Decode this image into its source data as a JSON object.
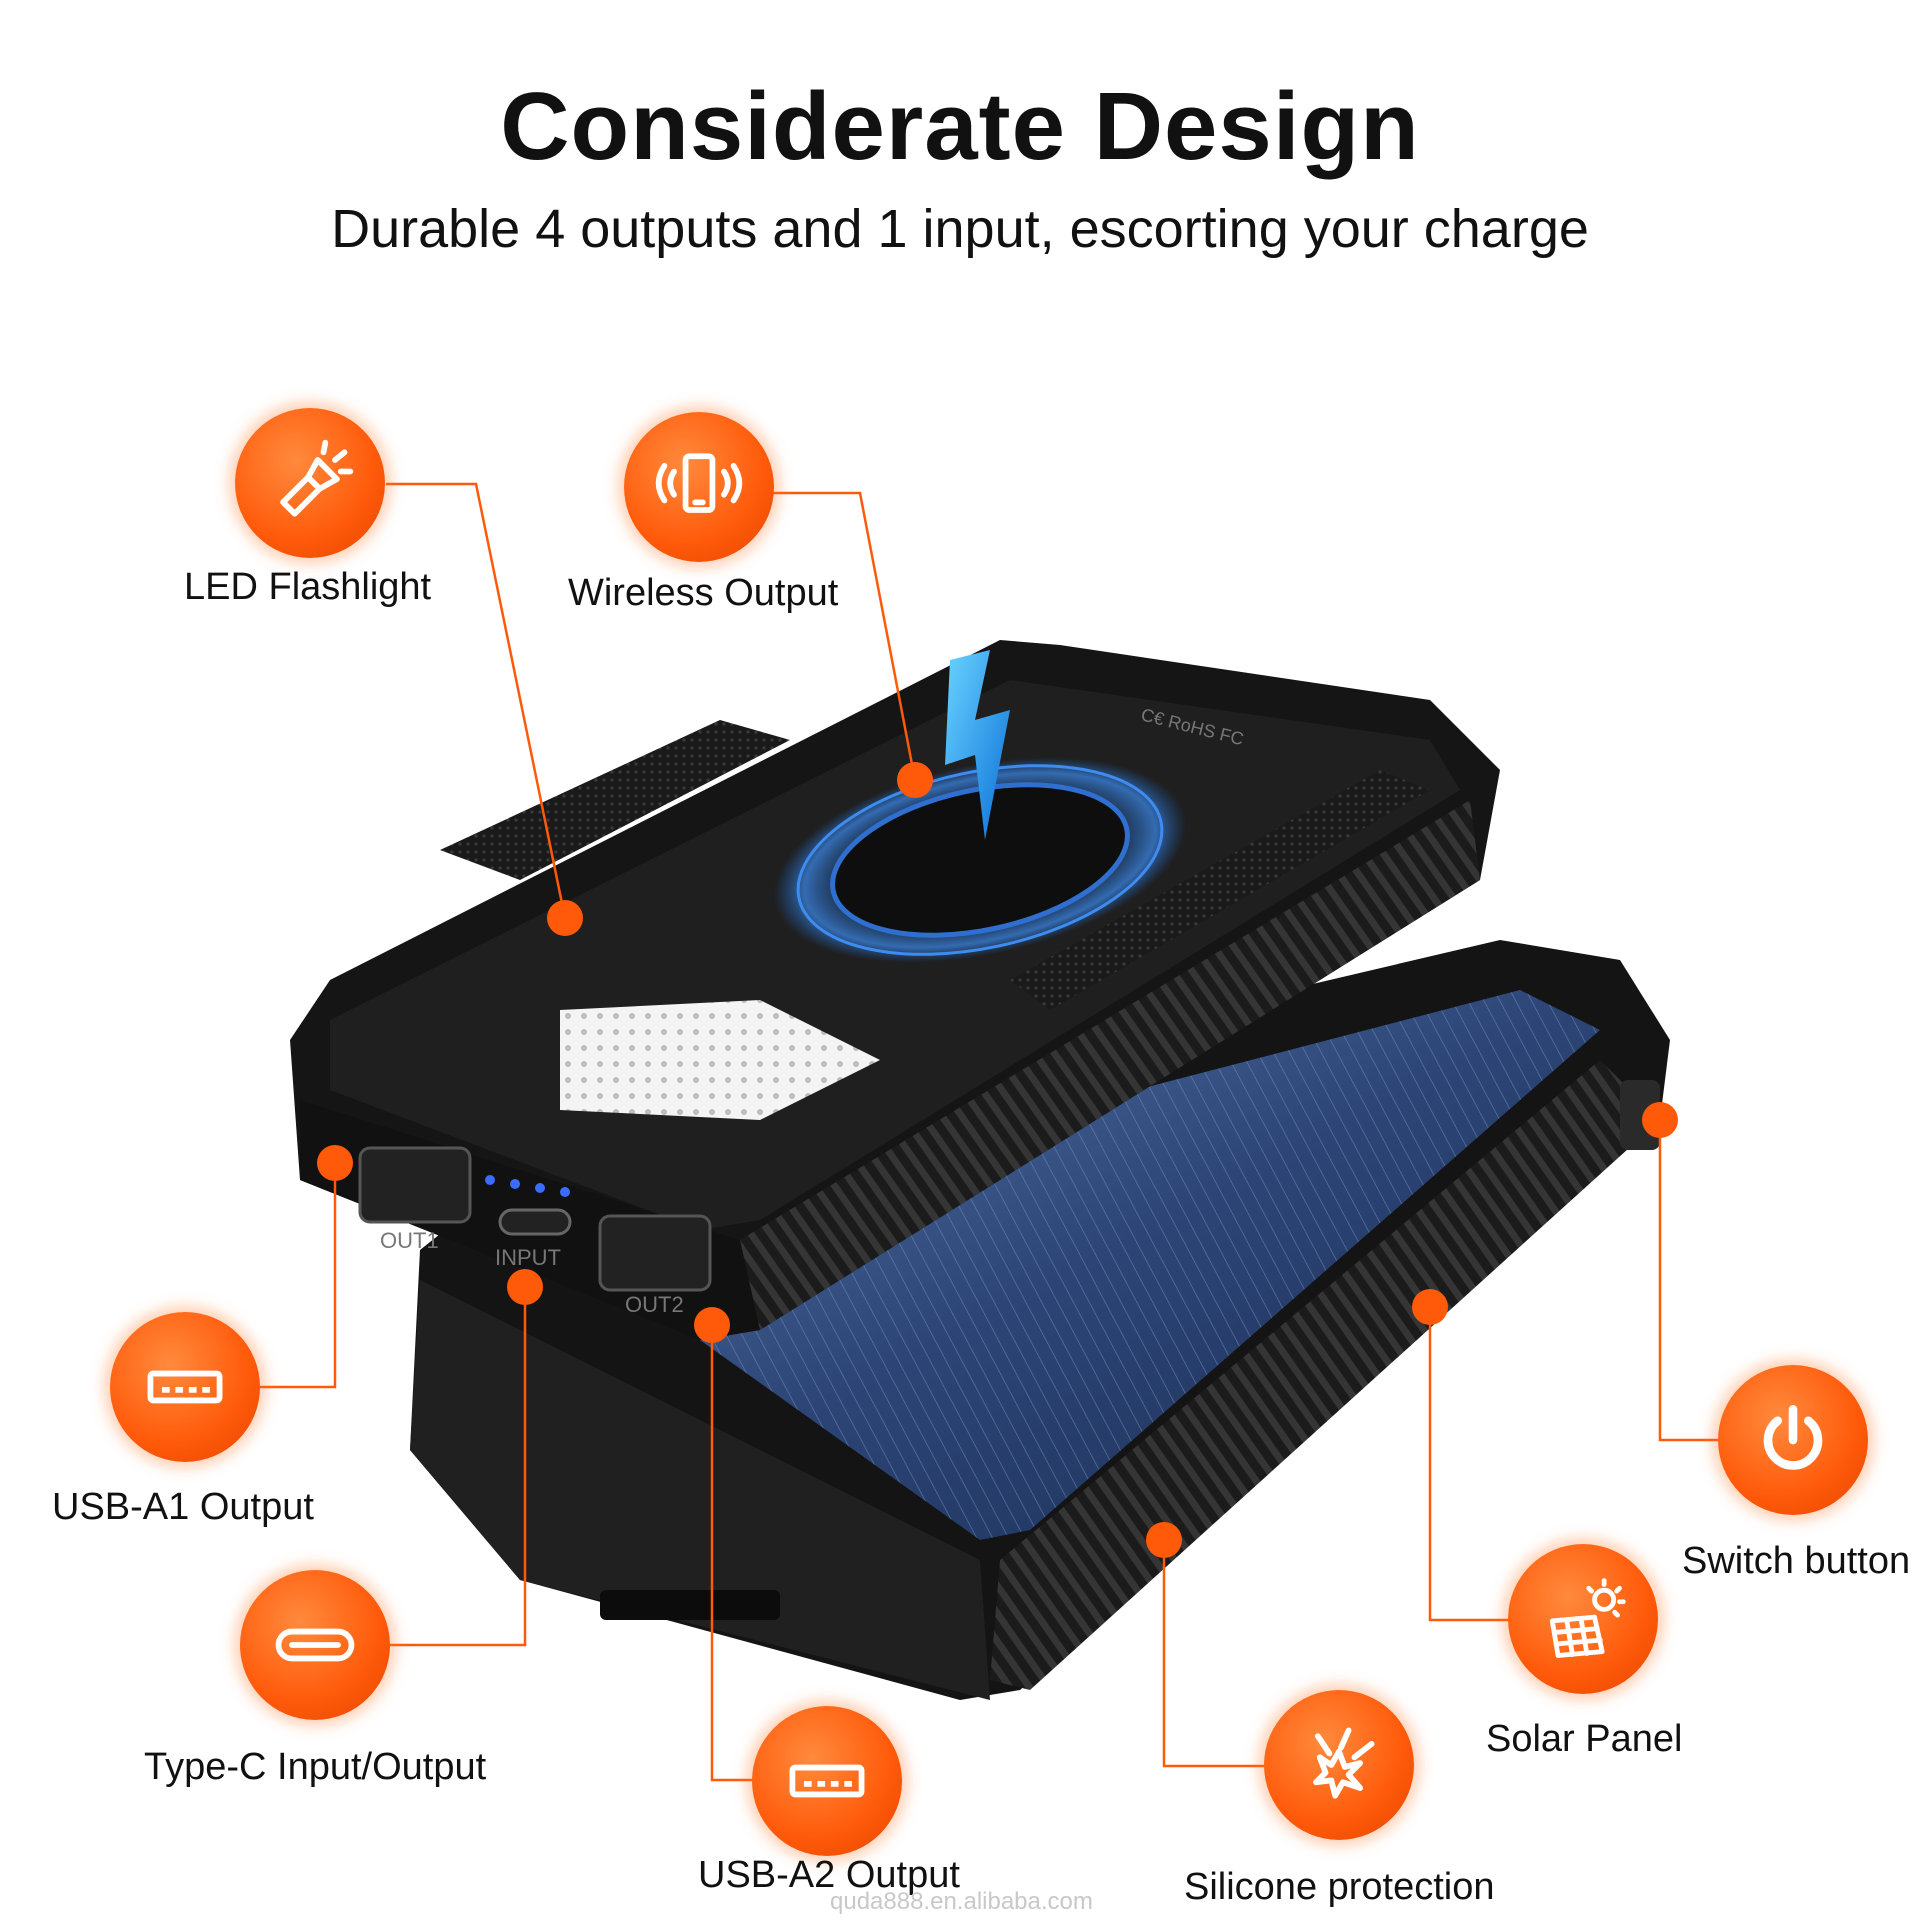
{
  "header": {
    "title": "Considerate Design",
    "subtitle": "Durable 4 outputs and 1 input, escorting your charge"
  },
  "features": [
    {
      "label": "LED Flashlight",
      "icon": "flashlight-icon"
    },
    {
      "label": "Wireless Output",
      "icon": "wireless-phone-icon"
    },
    {
      "label": "USB-A1 Output",
      "icon": "usb-a-port-icon"
    },
    {
      "label": "Type-C Input/Output",
      "icon": "usb-c-port-icon"
    },
    {
      "label": "USB-A2 Output",
      "icon": "usb-a-port-icon"
    },
    {
      "label": "Silicone protection",
      "icon": "impact-protection-icon"
    },
    {
      "label": "Solar Panel",
      "icon": "solar-panel-icon"
    },
    {
      "label": "Switch button",
      "icon": "power-icon"
    }
  ],
  "device": {
    "port_labels": [
      "OUT1",
      "INPUT",
      "OUT2"
    ],
    "top_markings": "C€ RoHS FC"
  },
  "colors": {
    "accent": "#ff5a0a",
    "leader_line": "#ff5a0a",
    "device_body": "#1a1a1a",
    "solar_panel": "#2e4a78"
  },
  "watermark": "quda888.en.alibaba.com"
}
